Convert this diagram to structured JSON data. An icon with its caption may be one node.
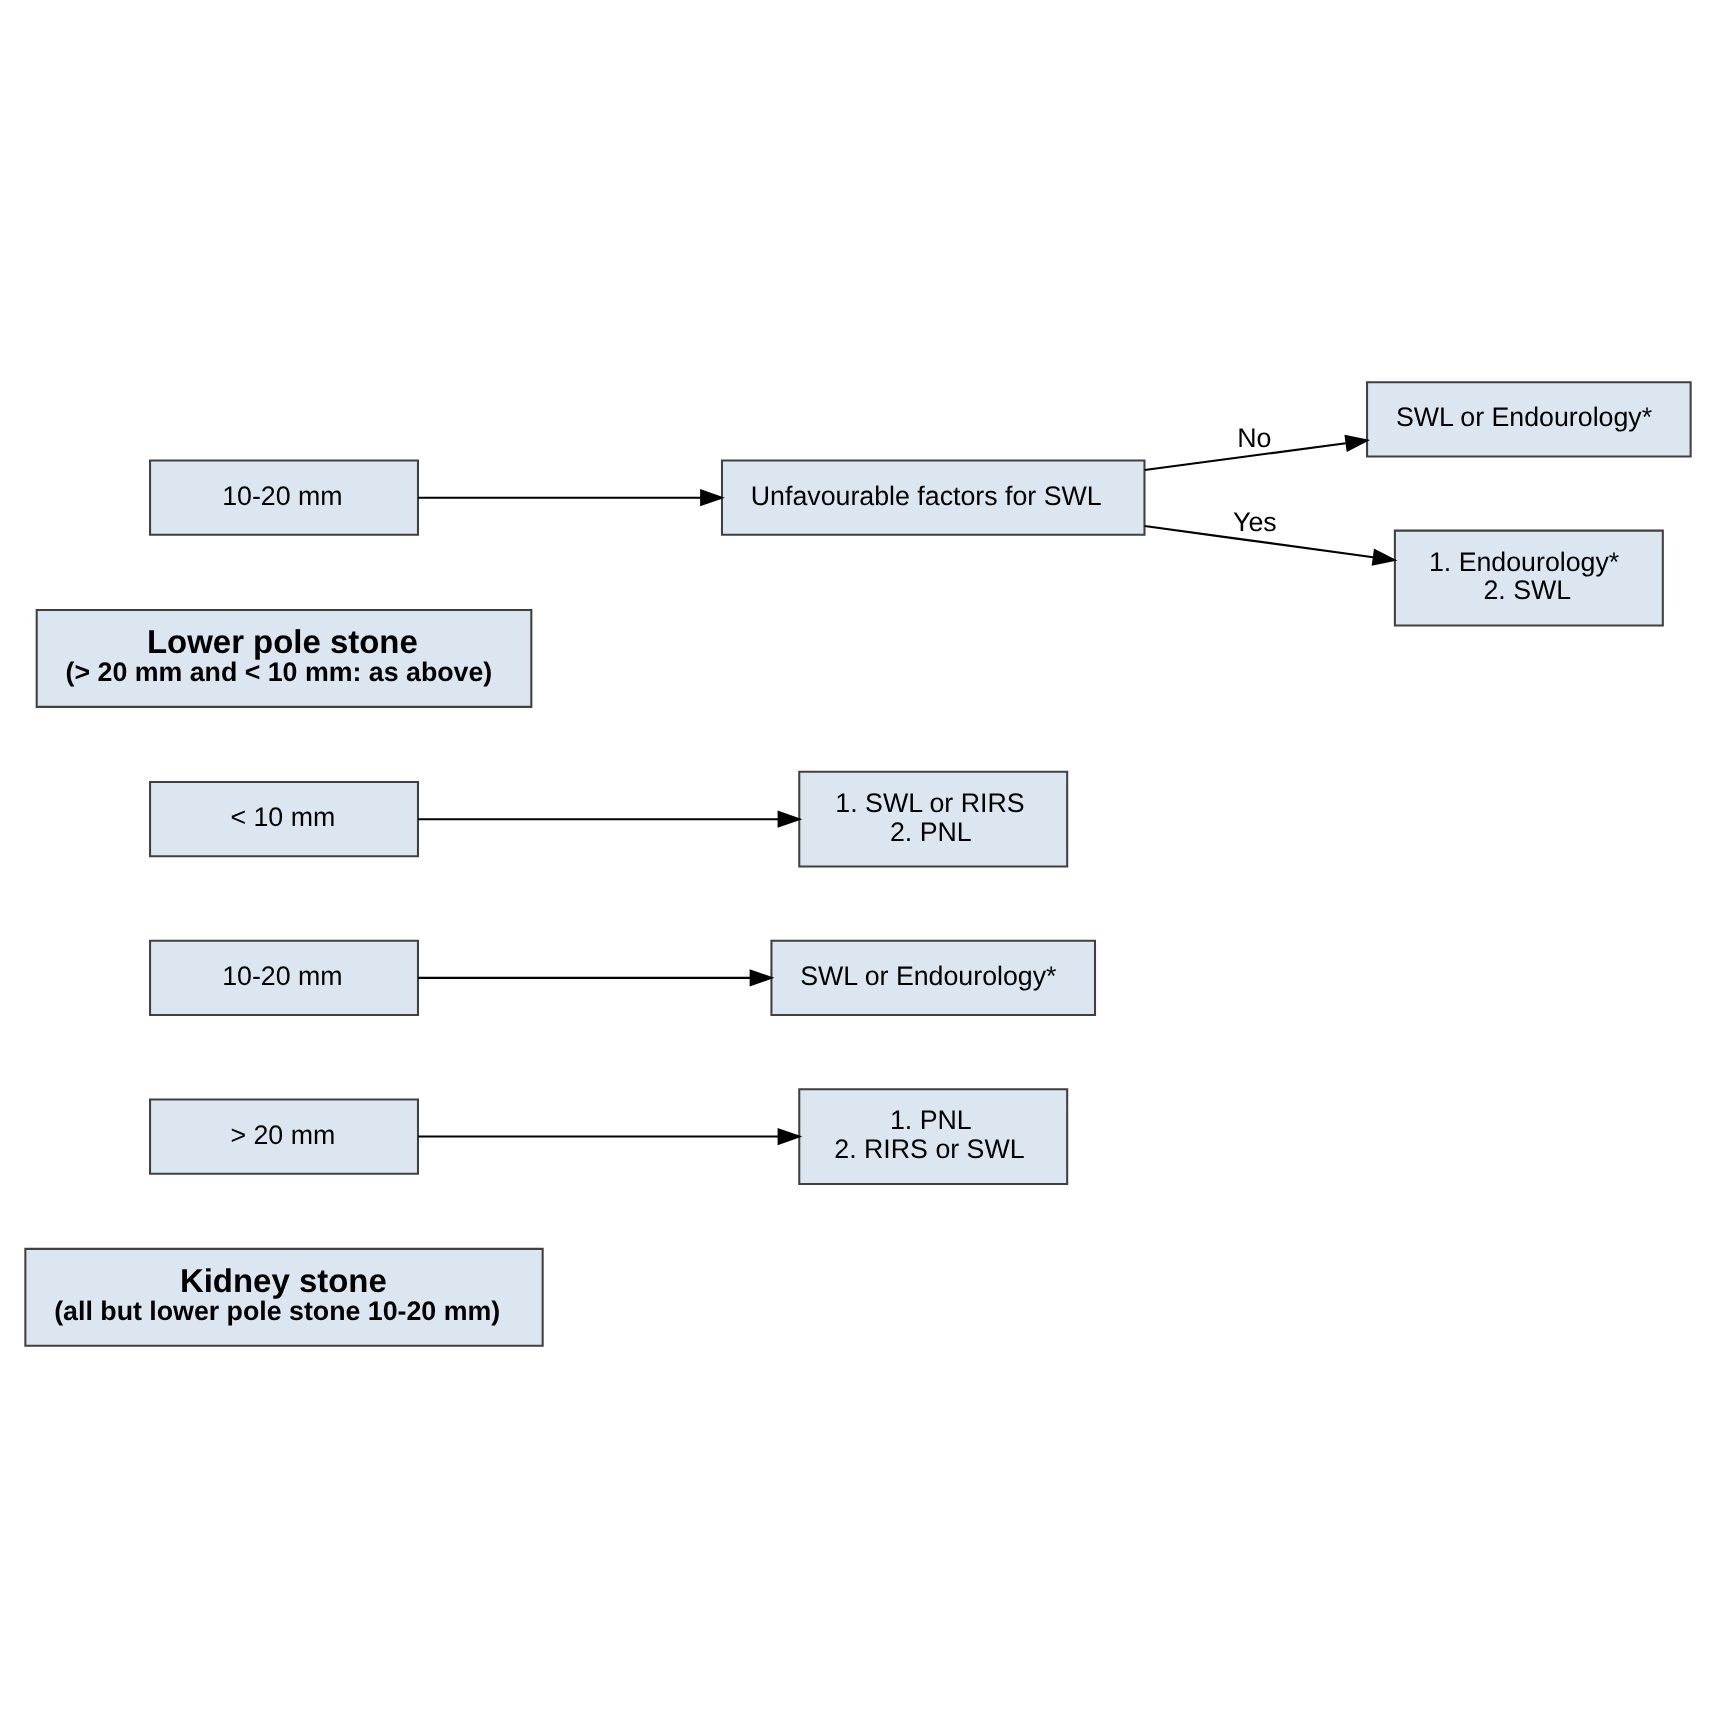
{
  "diagram": {
    "nodes": [
      {
        "text": [
          "Kidney stone",
          "(all but lower pole stone 10-20 mm)"
        ]
      },
      {
        "text": [
          "> 20 mm"
        ]
      },
      {
        "text": [
          "1. PNL",
          "2. RIRS or SWL"
        ]
      },
      {
        "text": [
          "10-20 mm"
        ]
      },
      {
        "text": [
          "SWL or Endourology*"
        ]
      },
      {
        "text": [
          "< 10 mm"
        ]
      },
      {
        "text": [
          "1. SWL or RIRS",
          "2. PNL"
        ]
      },
      {
        "text": [
          "Lower pole stone",
          "(> 20 mm and < 10 mm: as above)"
        ]
      },
      {
        "text": [
          "10-20 mm"
        ]
      },
      {
        "text": [
          "Unfavourable factors for SWL"
        ]
      },
      {
        "text": [
          "SWL or Endourology*"
        ]
      },
      {
        "text": [
          "1. Endourology*",
          "2. SWL"
        ]
      }
    ],
    "edges": [
      {
        "from": 1,
        "to": 2,
        "arrow": "to"
      },
      {
        "from": 3,
        "to": 4,
        "arrow": "to"
      },
      {
        "from": 5,
        "to": 6,
        "arrow": "to"
      },
      {
        "from": 8,
        "to": 9,
        "arrow": "to"
      },
      {
        "from": 9,
        "to": 10,
        "arrow": "to",
        "label": "No"
      },
      {
        "from": 9,
        "to": 11,
        "arrow": "to",
        "label": "Yes"
      }
    ]
  }
}
